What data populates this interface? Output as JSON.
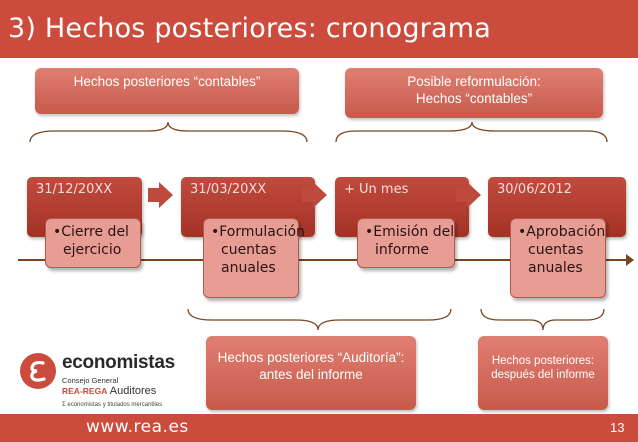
{
  "slide": {
    "title": "3) Hechos posteriores: cronograma",
    "page_number": "13",
    "footer_url": "www.rea.es"
  },
  "callouts": {
    "contables": "Hechos posteriores “contables”",
    "reformulacion_line1": "Posible reformulación:",
    "reformulacion_line2": "Hechos “contables”",
    "auditoria_line1": "Hechos posteriores “Auditoría”:",
    "auditoria_line2": "antes del informe",
    "despues_line1": "Hechos posteriores:",
    "despues_line2": "después del informe"
  },
  "timeline": {
    "dates": [
      "31/12/20XX",
      "31/03/20XX",
      "+ Un mes",
      "30/06/2012"
    ],
    "events": [
      {
        "lines": [
          "•Cierre del",
          "ejercicio"
        ]
      },
      {
        "lines": [
          "•Formulación",
          "cuentas",
          "anuales"
        ]
      },
      {
        "lines": [
          "•Emisión del",
          "informe"
        ]
      },
      {
        "lines": [
          "•Aprobación",
          "cuentas",
          "anuales"
        ]
      }
    ]
  },
  "logo": {
    "name": "economistas",
    "line1": "Consejo General",
    "line2_brand": "REA-REGA",
    "line2_text": "Auditores",
    "line3": "Σ economistas y titulados mercantiles"
  },
  "colors": {
    "accent": "#cb4b3c",
    "date_box": "#b03c2f",
    "event_card": "#e79c94",
    "timeline": "#7a4520",
    "brace": "#7a4520"
  }
}
